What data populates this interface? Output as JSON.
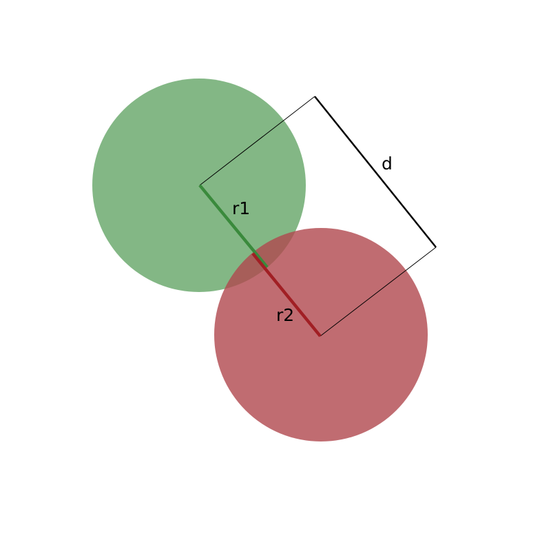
{
  "diagram": {
    "labels": {
      "r1": "r1",
      "r2": "r2",
      "d": "d"
    },
    "colors": {
      "circle1_fill": "#72ad74",
      "circle2_fill": "#b0474d",
      "radius1_line": "#3a8a3c",
      "radius2_line": "#a11f24",
      "bracket_line": "#000000",
      "background": "#ffffff"
    }
  }
}
